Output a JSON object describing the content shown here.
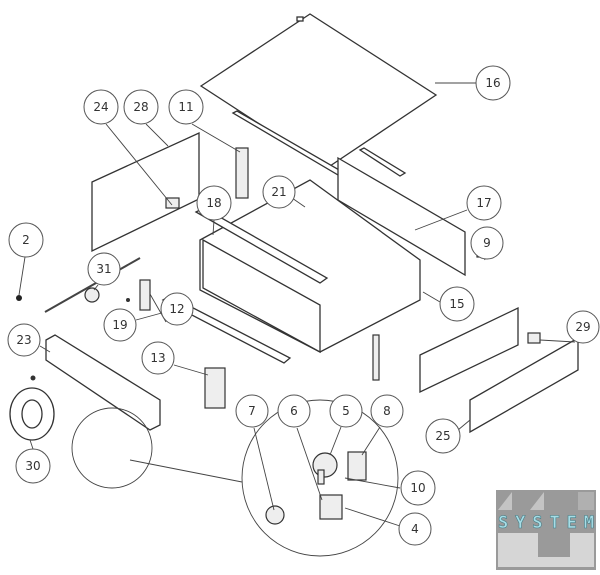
{
  "diagram": {
    "type": "exploded parts diagram",
    "callouts": [
      "16",
      "24",
      "28",
      "11",
      "21",
      "18",
      "17",
      "2",
      "9",
      "31",
      "12",
      "29",
      "15",
      "19",
      "23",
      "13",
      "7",
      "6",
      "5",
      "8",
      "10",
      "25",
      "4",
      "30"
    ]
  },
  "logo": {
    "text": "SYSTEM",
    "colors": {
      "background": "#9a9a9a",
      "text": "#a6dde6"
    }
  }
}
